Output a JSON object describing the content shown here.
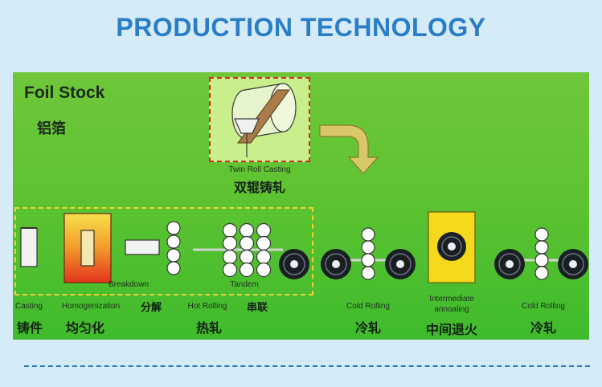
{
  "header": {
    "title": "PRODUCTION TECHNOLOGY"
  },
  "panel": {
    "foil_stock_en": "Foil Stock",
    "foil_stock_cn": "铝箔"
  },
  "twin_roll": {
    "label_en": "Twin Roll Casting",
    "label_cn": "双辊铸轧"
  },
  "steps": {
    "casting": {
      "en": "Casting",
      "cn": "铸件"
    },
    "homogenization": {
      "en": "Homogenization",
      "cn": "均匀化"
    },
    "breakdown": {
      "en": "Breakdown",
      "cn": "分解"
    },
    "tandem": {
      "en": "Tandem",
      "cn": "串联"
    },
    "hot_rolling": {
      "en": "Hot Rolling",
      "cn": "热轧"
    },
    "cold_rolling_1": {
      "en": "Cold Rolling",
      "cn": "冷轧"
    },
    "annealing": {
      "en_line1": "Intermediate",
      "en_line2": "annoaling",
      "cn": "中间退火"
    },
    "cold_rolling_2": {
      "en": "Cold Rolling",
      "cn": "冷轧"
    }
  },
  "colors": {
    "title": "#2a7ec6",
    "panel_green": "#5ec331",
    "twin_border": "#d62b1e",
    "group_border": "#f1d233",
    "arrow": "#d9c86a"
  }
}
